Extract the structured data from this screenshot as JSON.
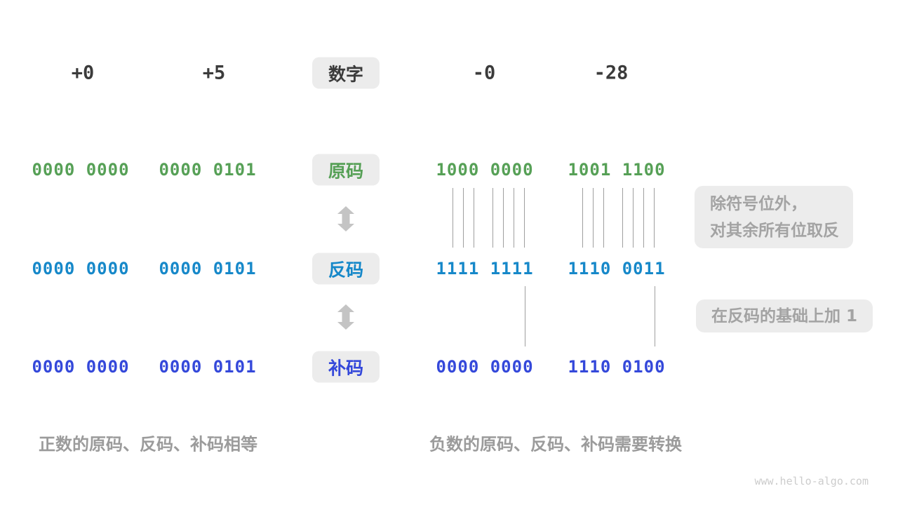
{
  "palette": {
    "sign_magnitude_green": "#56a056",
    "ones_complement_blue": "#1688c9",
    "twos_complement_indigo": "#3448da",
    "heading_dark": "#3b3b3b",
    "caption_gray": "#9b9b9b",
    "note_gray": "#a3a3a3",
    "chip_background": "#ececec",
    "connector_gray": "#9f9f9f",
    "arrow_gray": "#c4c4c4"
  },
  "header": {
    "numbers": [
      "+0",
      "+5",
      "-0",
      "-28"
    ],
    "center_chip": "数字"
  },
  "rows": [
    {
      "chip": "原码",
      "values": [
        "0000 0000",
        "0000 0101",
        "1000 0000",
        "1001 1100"
      ]
    },
    {
      "chip": "反码",
      "values": [
        "0000 0000",
        "0000 0101",
        "1111 1111",
        "1110 0011"
      ]
    },
    {
      "chip": "补码",
      "values": [
        "0000 0000",
        "0000 0101",
        "0000 0000",
        "1110 0100"
      ]
    }
  ],
  "notes": {
    "invert_line1": "除符号位外，",
    "invert_line2": "对其余所有位取反",
    "add_one": "在反码的基础上加 1"
  },
  "captions": {
    "positive": "正数的原码、反码、补码相等",
    "negative": "负数的原码、反码、补码需要转换"
  },
  "watermark": "www.hello-algo.com"
}
